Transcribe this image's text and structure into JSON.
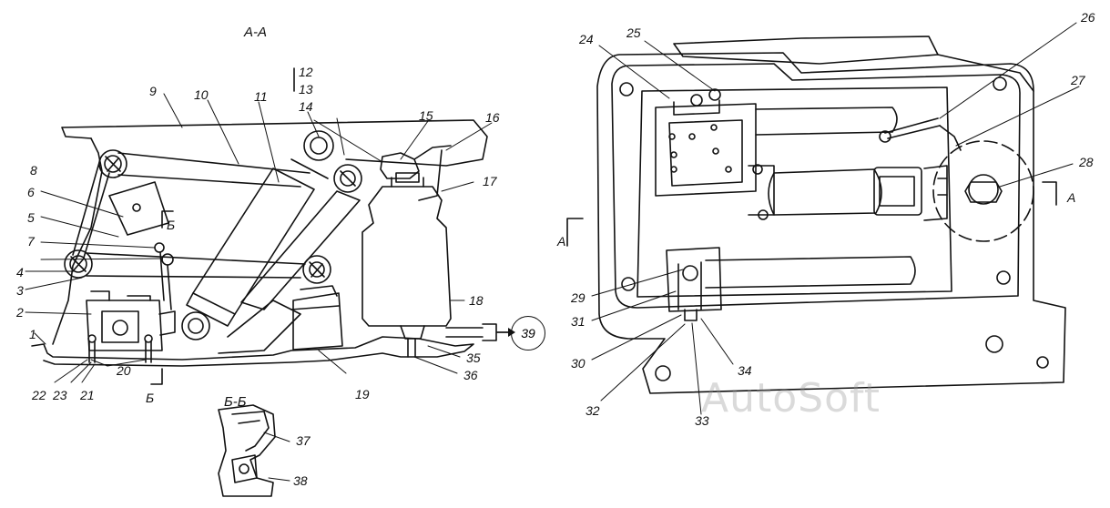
{
  "sections": {
    "aa": "А-А",
    "bb": "Б-Б",
    "mark_b_top": "Б",
    "mark_b_bottom": "Б",
    "mark_a_left": "А",
    "mark_a_right": "А"
  },
  "labels": {
    "l1": "1",
    "l2": "2",
    "l3": "3",
    "l4": "4",
    "l5": "5",
    "l6": "6",
    "l7": "7",
    "l8": "8",
    "l9": "9",
    "l10": "10",
    "l11": "11",
    "l12": "12",
    "l13": "13",
    "l14": "14",
    "l15": "15",
    "l16": "16",
    "l17": "17",
    "l18": "18",
    "l19": "19",
    "l20": "20",
    "l21": "21",
    "l22": "22",
    "l23": "23",
    "l24": "24",
    "l25": "25",
    "l26": "26",
    "l27": "27",
    "l28": "28",
    "l29": "29",
    "l30": "30",
    "l31": "31",
    "l32": "32",
    "l33": "33",
    "l34": "34",
    "l35": "35",
    "l36": "36",
    "l37": "37",
    "l38": "38",
    "l39": "39"
  },
  "watermark": "AutoSoft"
}
